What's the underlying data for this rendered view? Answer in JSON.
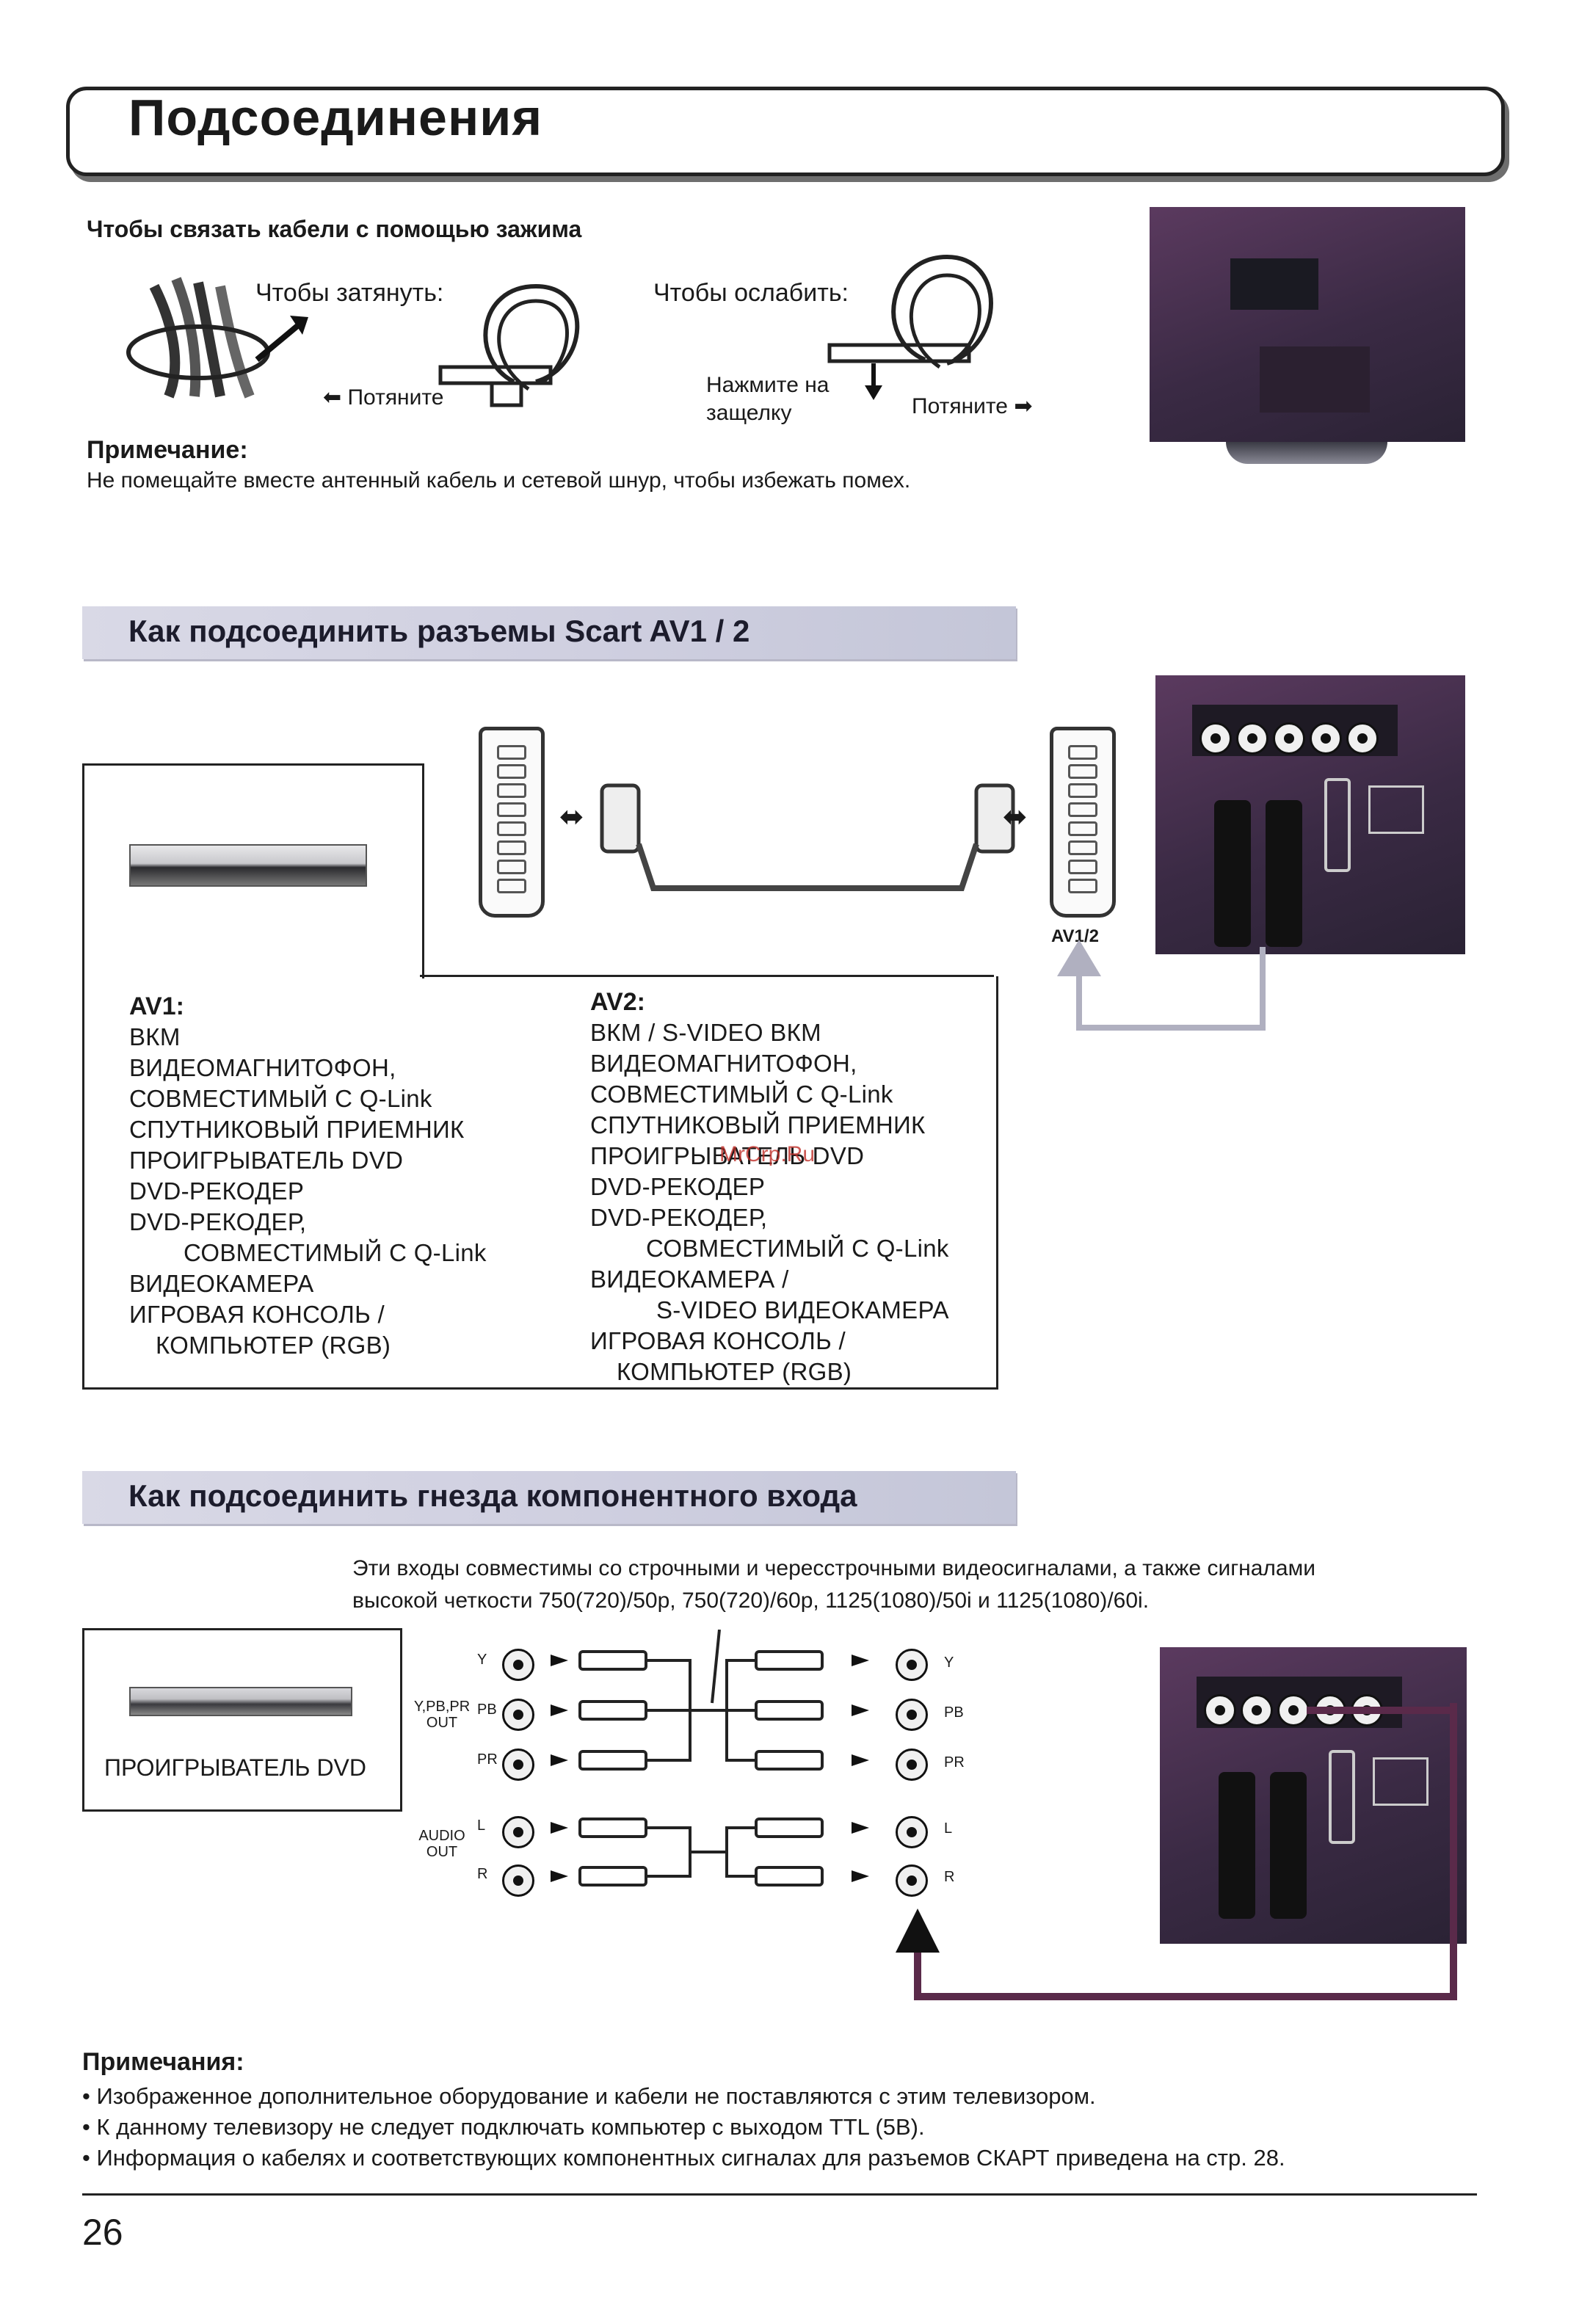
{
  "title": "Подсоединения",
  "cable_tie": {
    "heading": "Чтобы связать кабели с помощью зажима",
    "tighten_label": "Чтобы затянуть:",
    "loosen_label": "Чтобы ослабить:",
    "pull_left": "Потяните",
    "press_latch": "Нажмите на защелку",
    "press_line1": "Нажмите на",
    "press_line2": "защелку",
    "pull_right": "Потяните",
    "note_heading": "Примечание:",
    "note_text": "Не помещайте вместе антенный кабель и сетевой шнур, чтобы избежать помех."
  },
  "scart_section": {
    "heading": "Как подсоединить разъемы Scart AV1 / 2",
    "av12_label": "AV1/2",
    "av1": {
      "title": "AV1:",
      "items": [
        "ВКМ",
        "ВИДЕОМАГНИТОФОН,",
        "СОВМЕСТИМЫЙ С Q-Link",
        "СПУТНИКОВЫЙ ПРИЕМНИК",
        "ПРОИГРЫВАТЕЛЬ DVD",
        "DVD-РЕКОДЕР",
        "DVD-РЕКОДЕР,",
        "СОВМЕСТИМЫЙ С Q-Link",
        "ВИДЕОКАМЕРА",
        "ИГРОВАЯ КОНСОЛЬ /",
        "КОМПЬЮТЕР (RGB)"
      ]
    },
    "av2": {
      "title": "AV2:",
      "items": [
        "ВКМ / S-VIDEO ВКМ",
        "ВИДЕОМАГНИТОФОН,",
        "СОВМЕСТИМЫЙ С Q-Link",
        "СПУТНИКОВЫЙ ПРИЕМНИК",
        "ПРОИГРЫВАТЕЛЬ DVD",
        "DVD-РЕКОДЕР",
        "DVD-РЕКОДЕР,",
        "СОВМЕСТИМЫЙ С Q-Link",
        "ВИДЕОКАМЕРА /",
        "S-VIDEO ВИДЕОКАМЕРА",
        "ИГРОВАЯ КОНСОЛЬ /",
        "КОМПЬЮТЕР (RGB)"
      ]
    },
    "watermark": "MrCrp.Ru"
  },
  "component_section": {
    "heading": "Как подсоединить гнезда компонентного входа",
    "description_line1": "Эти входы совместимы со строчными и чересстрочными видеосигналами, а также сигналами",
    "description_line2": "высокой четкости 750(720)/50p, 750(720)/60p, 1125(1080)/50i и 1125(1080)/60i.",
    "device_label": "ПРОИГРЫВАТЕЛЬ DVD",
    "out_labels": {
      "video_out": "Y,PB,PR OUT",
      "audio_out": "AUDIO OUT"
    },
    "left_jacks": [
      "Y",
      "PB",
      "PR",
      "L",
      "R"
    ],
    "right_jacks": [
      "Y",
      "PB",
      "PR",
      "L",
      "R"
    ]
  },
  "notes": {
    "heading": "Примечания:",
    "items": [
      "• Изображенное дополнительное оборудование и кабели не поставляются с этим телевизором.",
      "• К данному телевизору не следует подключать компьютер с выходом TTL (5В).",
      "• Информация о кабелях и соответствующих компонентных сигналах для разъемов СКАРТ приведена на стр. 28."
    ]
  },
  "page_number": "26"
}
